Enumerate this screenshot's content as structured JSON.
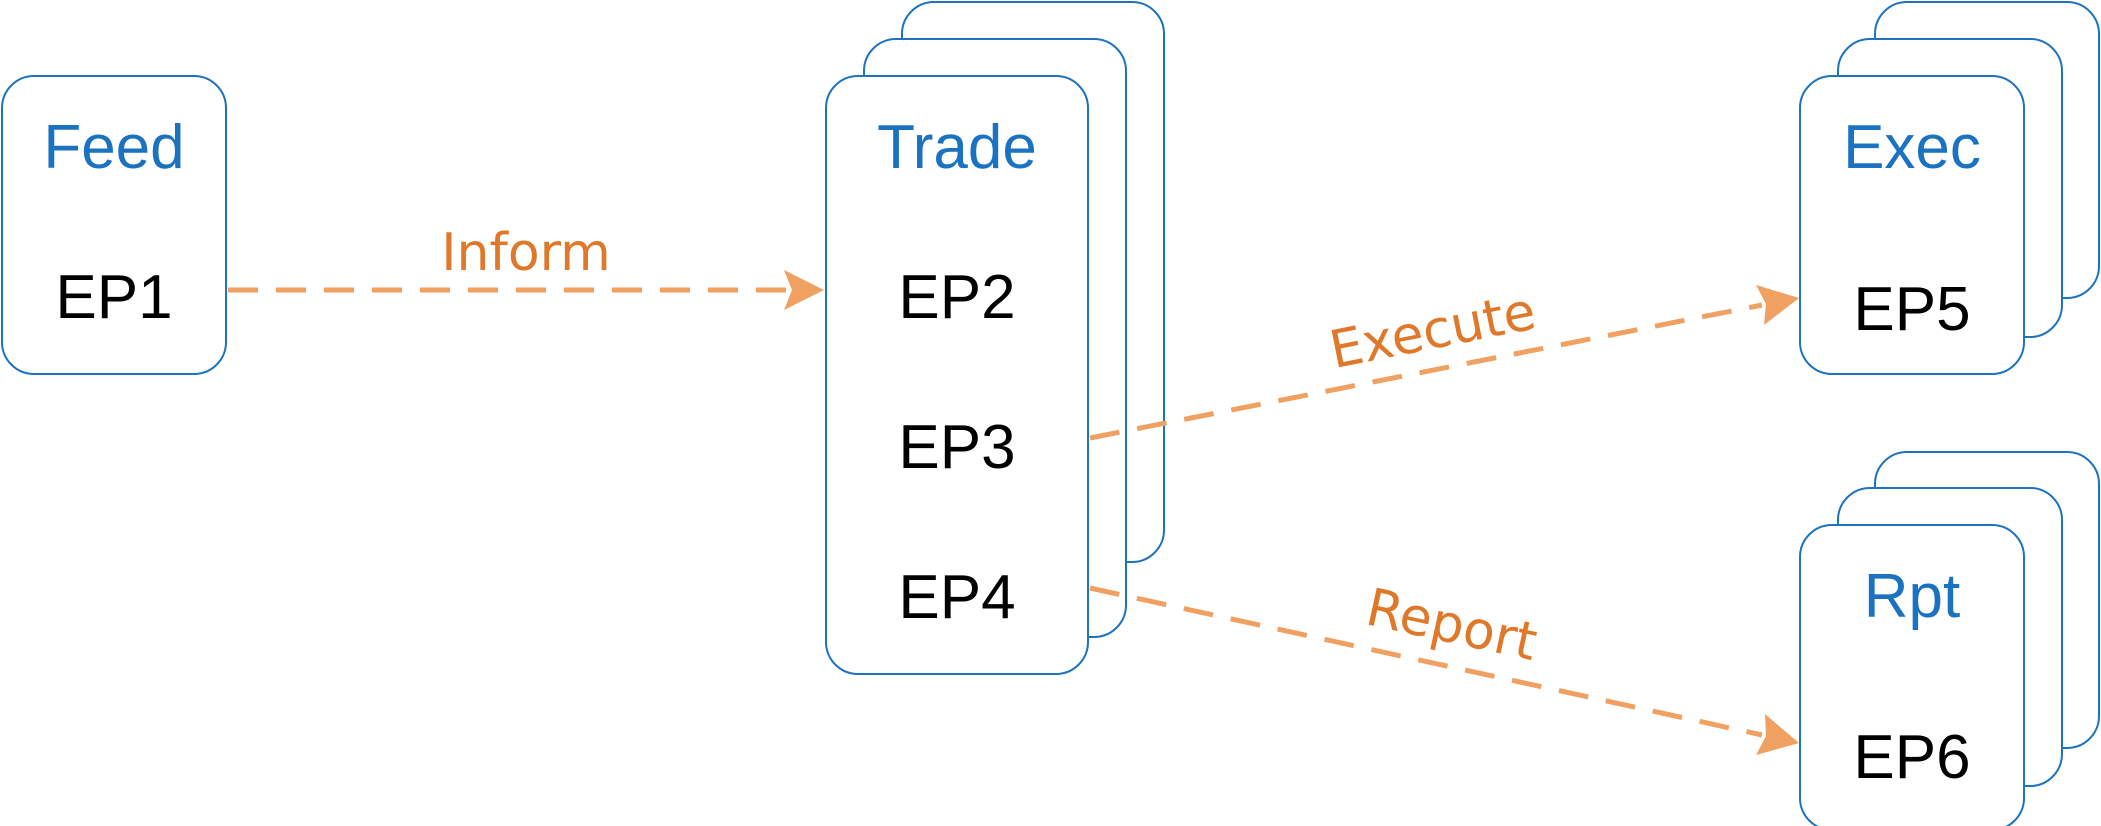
{
  "colors": {
    "node_border": "#1e73be",
    "node_title": "#1b72c0",
    "endpoint_text": "#000000",
    "edge_line": "#f0a060",
    "edge_label": "#e0782a"
  },
  "nodes": {
    "feed": {
      "title": "Feed",
      "endpoints": [
        "EP1"
      ]
    },
    "trade": {
      "title": "Trade",
      "endpoints": [
        "EP2",
        "EP3",
        "EP4"
      ]
    },
    "exec": {
      "title": "Exec",
      "endpoints": [
        "EP5"
      ]
    },
    "rpt": {
      "title": "Rpt",
      "endpoints": [
        "EP6"
      ]
    }
  },
  "edges": {
    "inform": {
      "label": "Inform",
      "from": "EP1",
      "to": "EP2"
    },
    "execute": {
      "label": "Execute",
      "from": "EP3",
      "to": "EP5"
    },
    "report": {
      "label": "Report",
      "from": "EP4",
      "to": "EP6"
    }
  }
}
